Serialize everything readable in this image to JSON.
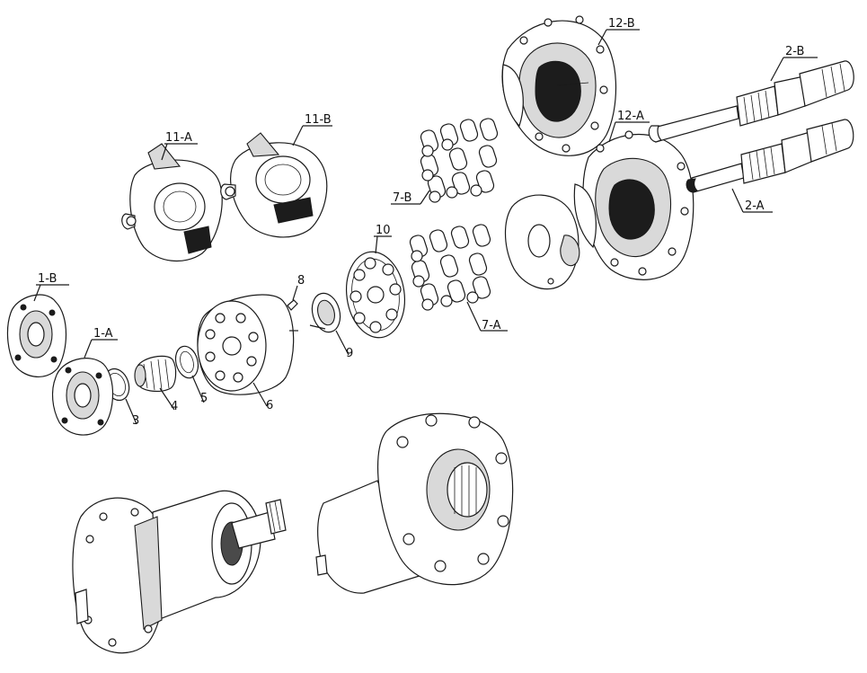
{
  "labels": {
    "p1A": "1-A",
    "p1B": "1-B",
    "p2A": "2-A",
    "p2B": "2-B",
    "p3": "3",
    "p4": "4",
    "p5": "5",
    "p6": "6",
    "p7A": "7-A",
    "p7B": "7-B",
    "p8": "8",
    "p9": "9",
    "p10": "10",
    "p11A": "11-A",
    "p11B": "11-B",
    "p12A": "12-A",
    "p12B": "12-B"
  },
  "colors": {
    "line": "#1a1a1a",
    "shade": "#d9d9d9",
    "dark": "#4a4a4a",
    "background": "#ffffff"
  }
}
